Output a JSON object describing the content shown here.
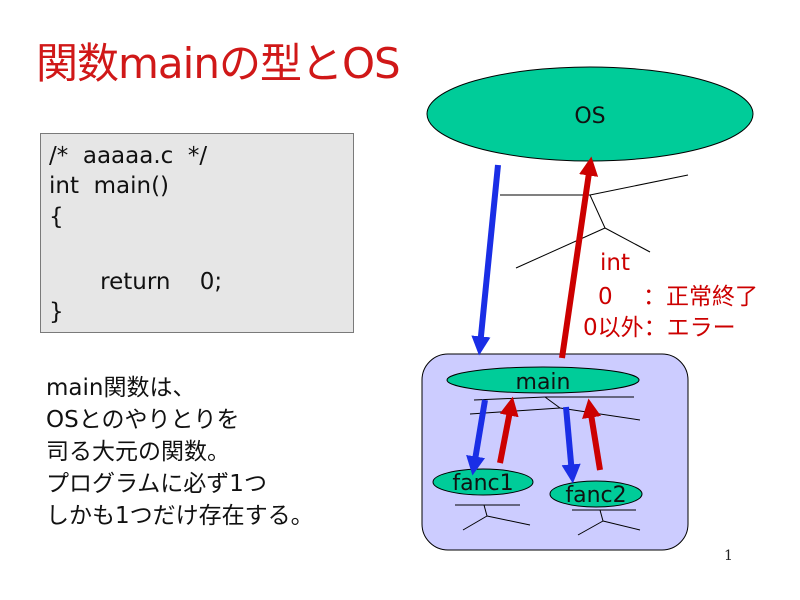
{
  "title": "関数mainの型とOS",
  "code_lines": [
    "/*  aaaaa.c  */",
    "int  main()",
    "{",
    "",
    "       return    0;",
    "}"
  ],
  "description_lines": [
    "main関数は、",
    "OSとのやりとりを",
    "司る大元の関数。",
    "プログラムに必ず1つ",
    "しかも1つだけ存在する。"
  ],
  "diagram": {
    "os_label": "OS",
    "main_label": "main",
    "fanc1_label": "fanc1",
    "fanc2_label": "fanc2",
    "return_type": "int",
    "return_zero": "0　 ：正常終了",
    "return_other": "0以外：エラー"
  },
  "colors": {
    "title": "#d01818",
    "ellipse_fill": "#00cc99",
    "container_fill": "#ccccff",
    "call_arrow": "#1a2ee6",
    "return_arrow": "#cc0000",
    "return_text": "#cc0000"
  },
  "page_number": "1"
}
